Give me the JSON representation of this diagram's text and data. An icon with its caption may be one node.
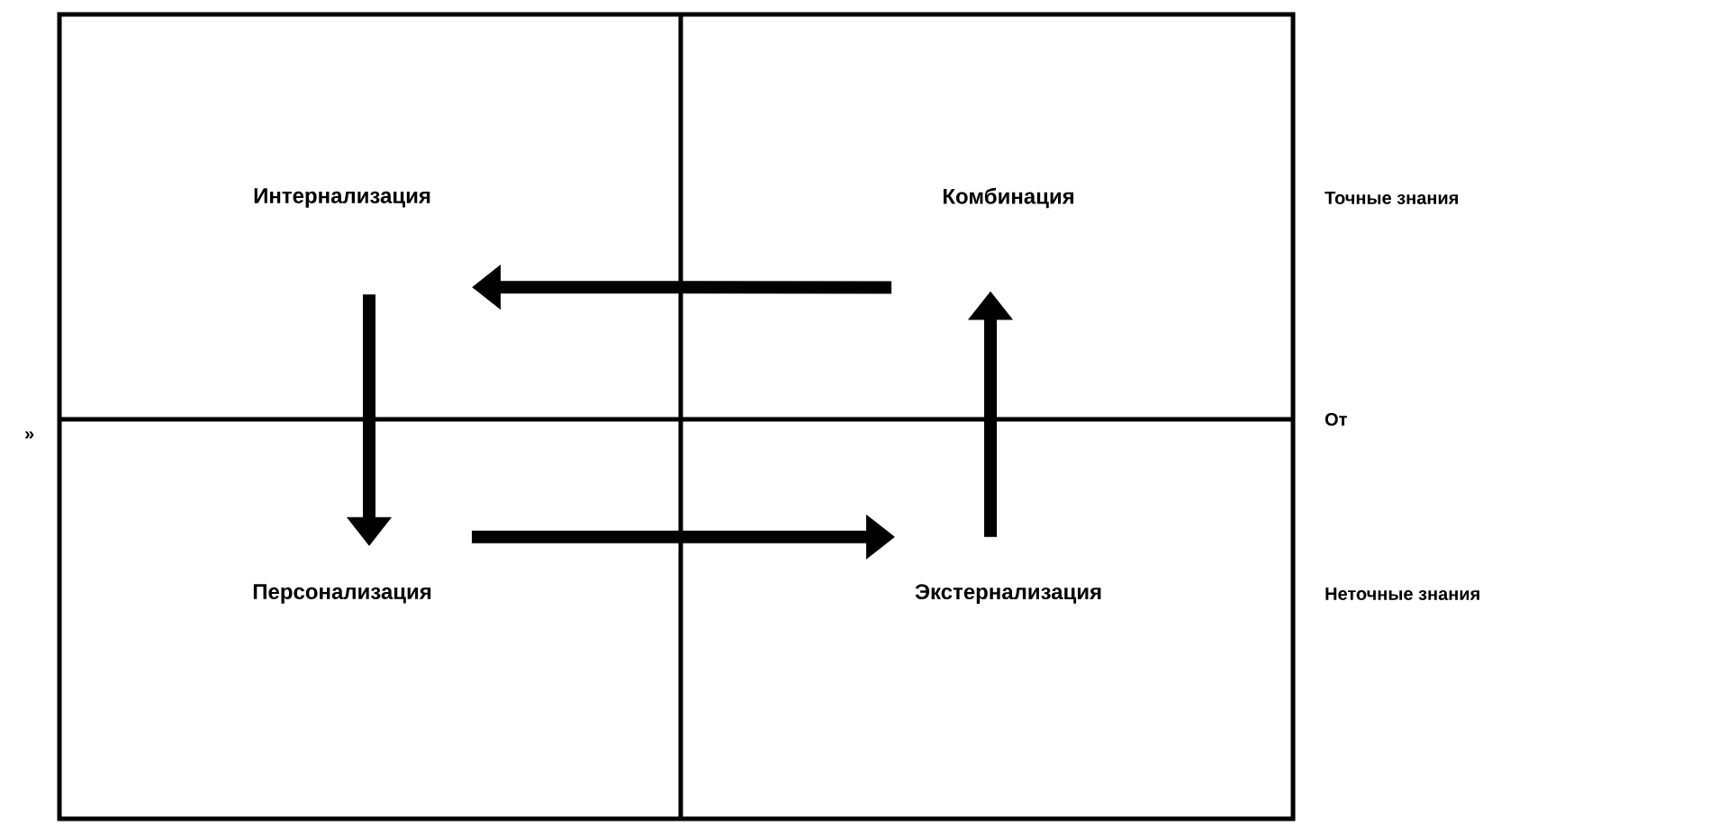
{
  "diagram": {
    "nodes": [
      {
        "text": [
          "Интернализация"
        ]
      },
      {
        "text": [
          "Комбинация"
        ]
      },
      {
        "text": [
          "Персонализация"
        ]
      },
      {
        "text": [
          "Экстернализация"
        ]
      }
    ],
    "edges": [
      {
        "from": 1,
        "to": 0,
        "arrow": "to"
      },
      {
        "from": 0,
        "to": 2,
        "arrow": "to"
      },
      {
        "from": 2,
        "to": 3,
        "arrow": "to"
      },
      {
        "from": 3,
        "to": 1,
        "arrow": "to"
      }
    ],
    "labels": [
      "Точные знания",
      "»",
      "От",
      "Неточные знания"
    ]
  }
}
